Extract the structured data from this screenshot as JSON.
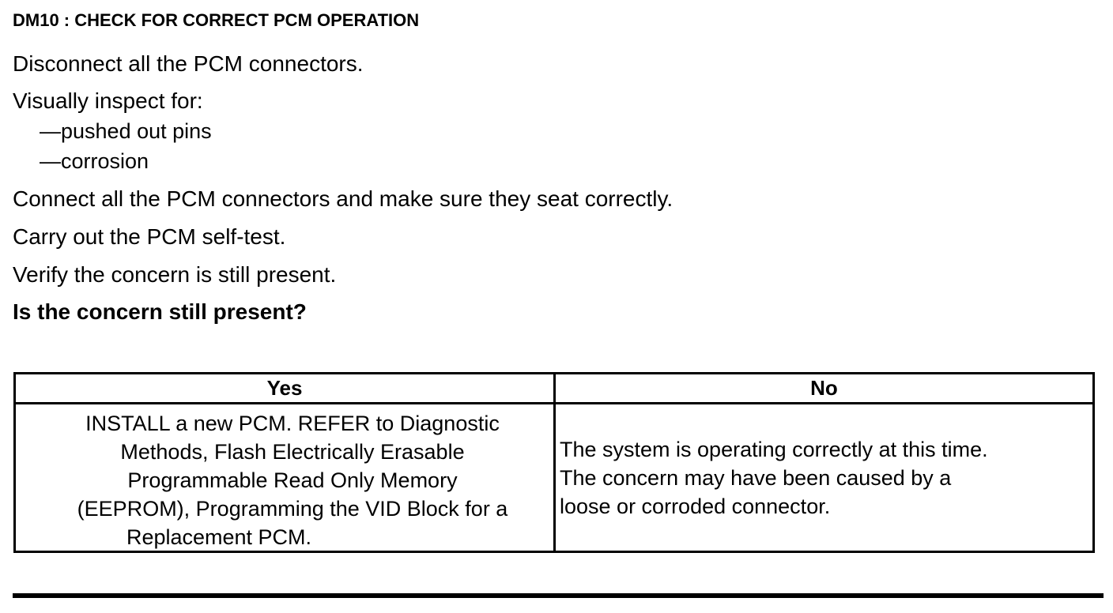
{
  "document": {
    "title": "DM10 : CHECK FOR CORRECT PCM OPERATION"
  },
  "procedure": {
    "steps": [
      {
        "text": "Disconnect all the PCM connectors.",
        "style": "normal"
      },
      {
        "text": "Visually inspect for:",
        "style": "normal"
      },
      {
        "text": "—pushed out pins",
        "style": "dash"
      },
      {
        "text": "—corrosion",
        "style": "dash"
      },
      {
        "text": "Connect all the PCM connectors and make sure they seat correctly.",
        "style": "normal"
      },
      {
        "text": "Carry out the PCM self-test.",
        "style": "normal"
      },
      {
        "text": "Verify the concern is still present.",
        "style": "normal"
      },
      {
        "text": "Is the concern still present?",
        "style": "bold"
      }
    ]
  },
  "answer_table": {
    "headers": {
      "yes": "Yes",
      "no": "No"
    },
    "yes_cell": {
      "lines": [
        "INSTALL a new PCM. REFER to Diagnostic",
        "Methods, Flash Electrically Erasable",
        "Programmable Read Only Memory",
        "(EEPROM), Programming the VID Block for a",
        "Replacement PCM."
      ],
      "full_text": "INSTALL a new PCM. REFER to Diagnostic Methods, Flash Electrically Erasable Programmable Read Only Memory (EEPROM), Programming the VID Block for a Replacement PCM."
    },
    "no_cell": {
      "lines": [
        "The system is operating correctly at this time.",
        "The concern may have been caused by a",
        "loose or corroded connector."
      ],
      "full_text": "The system is operating correctly at this time. The concern may have been caused by a loose or corroded connector."
    }
  },
  "colors": {
    "ink": "#000000",
    "paper": "#ffffff"
  }
}
